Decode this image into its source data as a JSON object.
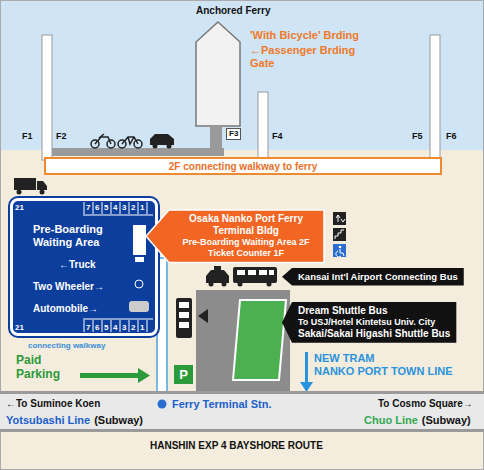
{
  "diagram": {
    "nodes": [
      {
        "text": [
          "F3"
        ]
      },
      {
        "text": [
          "2F connecting walkway to ferry"
        ]
      },
      {
        "text": [
          "Pre-Boarding Waiting Area",
          "←Truck",
          "Two Wheeler→",
          "Automobile→"
        ]
      },
      {
        "text": [
          "Osaka Nanko Port Ferry Terminal Bldg",
          "Pre-Boarding Waiting Area 2F",
          "Ticket Counter 1F"
        ]
      },
      {
        "text": [
          "Kansai Int'l Airport Connecting Bus"
        ]
      },
      {
        "text": [
          "Dream Shuttle Bus",
          "To USJ/Hotel Kintetsu Univ. City",
          "Sakai/Sakai Higashi Shuttle Bus"
        ]
      },
      {
        "text": [
          "P"
        ]
      }
    ],
    "labels": [
      "Anchored Ferry",
      "'With Bicycle' Brding",
      "←Passenger Brding Gate",
      "F1",
      "F2",
      "F4",
      "F5",
      "F6",
      "21",
      "7",
      "6",
      "5",
      "4",
      "3",
      "2",
      "1",
      "21",
      "7",
      "6",
      "5",
      "4",
      "3",
      "2",
      "1",
      "connecting walkway",
      "Paid Parking",
      "NEW TRAM",
      "NANKO PORT TOWN LINE",
      "←To Suminoe Koen",
      "Ferry Terminal Stn.",
      "To Cosmo Square→",
      "Yotsubashi Line",
      "(Subway)",
      "Chuo Line",
      "(Subway)",
      "HANSHIN EXP 4 BAYSHORE ROUTE"
    ]
  }
}
